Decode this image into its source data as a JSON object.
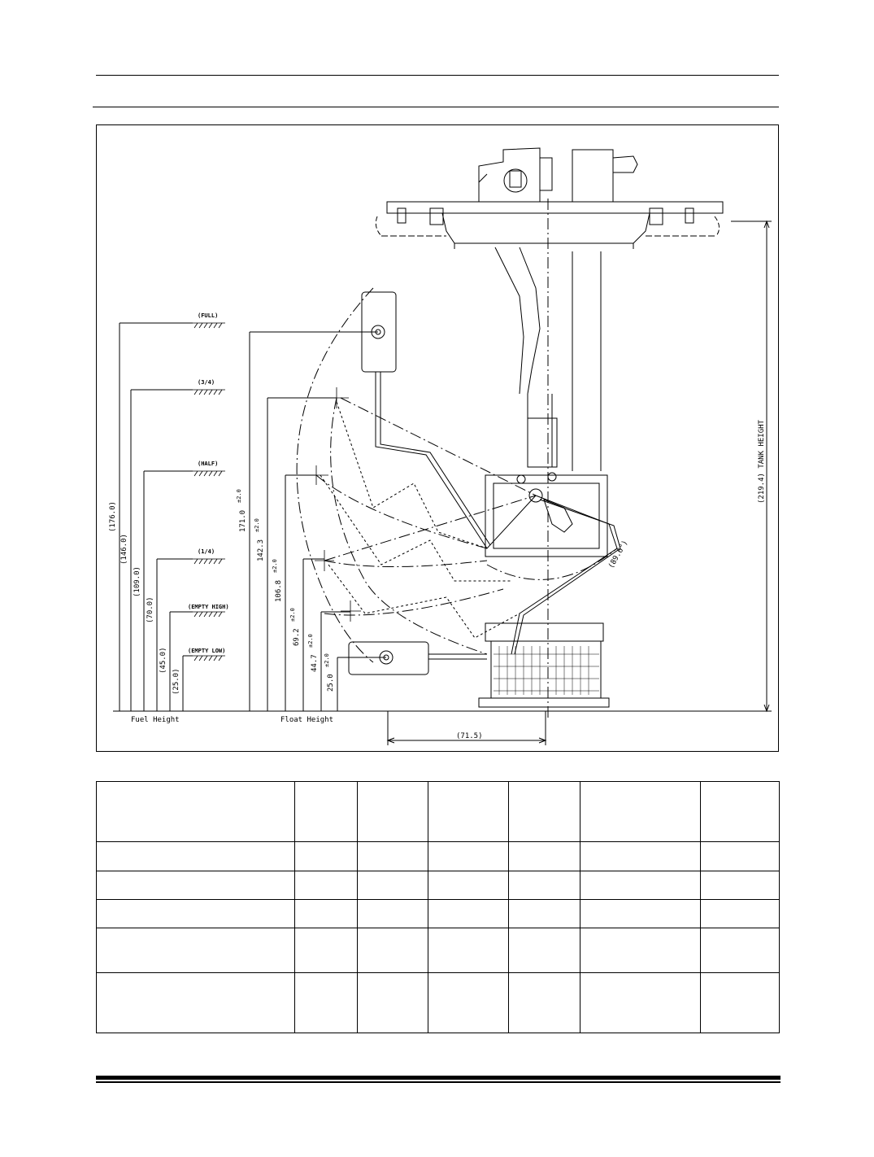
{
  "levels": {
    "full": "(FULL)",
    "three_quarter": "(3/4)",
    "half": "(HALF)",
    "quarter": "(1/4)",
    "empty_high": "(EMPTY HIGH)",
    "empty_low": "(EMPTY LOW)"
  },
  "fuel_heights": [
    "(176.0)",
    "(146.0)",
    "(109.0)",
    "(70.0)",
    "(45.0)",
    "(25.0)"
  ],
  "float_heights": [
    {
      "value": "171.0",
      "tol": "±2.0"
    },
    {
      "value": "142.3",
      "tol": "±2.0"
    },
    {
      "value": "106.8",
      "tol": "±2.0"
    },
    {
      "value": "69.2",
      "tol": "±2.0"
    },
    {
      "value": "44.7",
      "tol": "±2.0"
    },
    {
      "value": "25.0",
      "tol": "±2.0"
    }
  ],
  "fuel_height_label": "Fuel Height",
  "float_height_label": "Float Height",
  "tank_height_label": "(219.4) TANK HEIGHT",
  "horizontal_dim": "(71.5)",
  "angle_dim": "(89.6°)",
  "table": {
    "rows": 6,
    "cols": 7
  }
}
